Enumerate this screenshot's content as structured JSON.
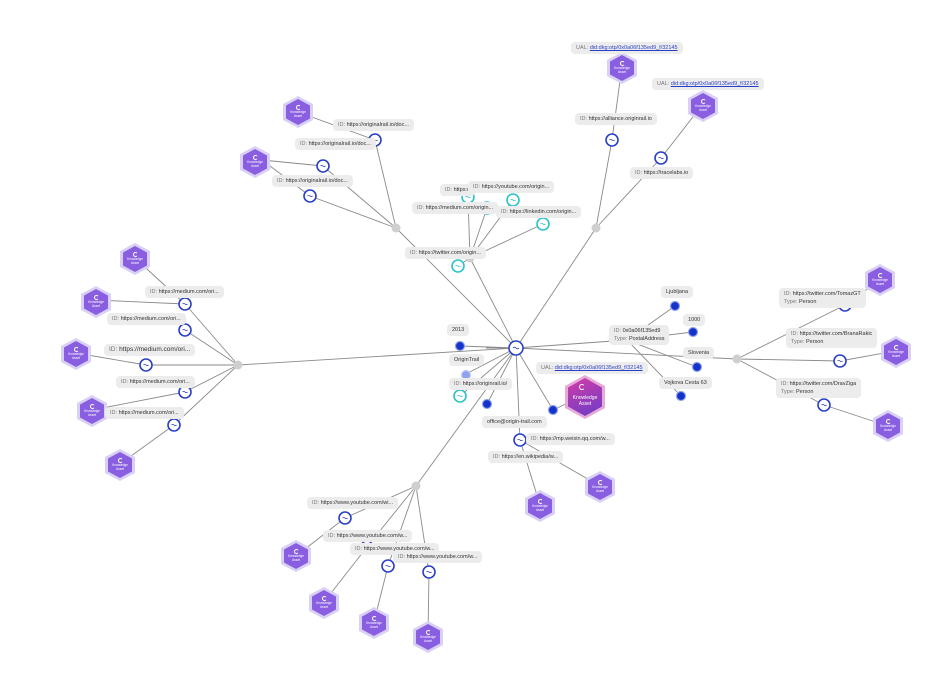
{
  "labels": {
    "l1": {
      "key": "ID:",
      "value": "https://originalrail.io/doc..."
    },
    "l2": {
      "key": "ID:",
      "value": "https://originalrail.io/doc..."
    },
    "l3": {
      "key": "ID:",
      "value": "https://originalrail.io/doc..."
    },
    "l4": {
      "key": "ID:",
      "value": "https://youtube.com/origin..."
    },
    "l5": {
      "key": "ID:",
      "value": "https://"
    },
    "l6": {
      "key": "ID:",
      "value": "https://medium.com/origin..."
    },
    "l7": {
      "key": "ID:",
      "value": "https://linkedin.com/origin..."
    },
    "l8": {
      "key": "ID:",
      "value": "https://twitter.com/origin..."
    },
    "l9": {
      "key": "ID:",
      "value": "https://alliance.originrail.io"
    },
    "l10": {
      "key": "ID:",
      "value": "https://tracelabs.io"
    },
    "l11": {
      "key": "ID:",
      "value": "https://medium.com/ori..."
    },
    "l12": {
      "key": "ID:",
      "value": "https://medium.com/ori..."
    },
    "l13": {
      "key": "ID:",
      "value": "https://medium.com/ori..."
    },
    "l14": {
      "key": "ID:",
      "value": "https://medium.com/ori..."
    },
    "l15": {
      "key": "ID:",
      "value": "https://medium.com/ori..."
    },
    "l16": {
      "key": "ID:",
      "value": "https://originrail.io/"
    },
    "l17": {
      "key": "ID:",
      "value": "https://mp.weixin.qq.com/w..."
    },
    "l18": {
      "key": "ID:",
      "value": "https://en.wikipedia/w..."
    },
    "l19": {
      "key": "ID:",
      "value": "https://www.youtube.com/wi..."
    },
    "l20": {
      "key": "ID:",
      "value": "https://www.youtube.com/w..."
    },
    "l21": {
      "key": "ID:",
      "value": "https://www.youtube.com/w..."
    },
    "l22": {
      "key": "ID:",
      "value": "https://www.youtube.com/w..."
    },
    "l23": {
      "key": "ID:",
      "value": "https://twitter.com/TomazGT",
      "type_key": "Type:",
      "type_value": "Person"
    },
    "l24": {
      "key": "ID:",
      "value": "https://twitter.com/BranaRakic",
      "type_key": "Type:",
      "type_value": "Person"
    },
    "l25": {
      "key": "ID:",
      "value": "https://twitter.com/DravZiga",
      "type_key": "Type:",
      "type_value": "Person"
    },
    "l26": {
      "key": "ID:",
      "value": "0x0a06f135ed9",
      "type_key": "Type:",
      "type_value": "PostalAddress"
    }
  },
  "values": {
    "year": "2013",
    "origintrail": "OriginTrail",
    "email": "office@origin-trail.com",
    "city": "Ljubljana",
    "zip": "1000",
    "country": "Slovenia",
    "street": "Vojkova Cesta 63"
  },
  "uals": {
    "u1": {
      "key": "UAL:",
      "value": "did:dkg:otp/0x0a06f135ed9_f/32145"
    },
    "u2": {
      "key": "UAL:",
      "value": "did:dkg:otp/0x0a06f135ed9_f/32145"
    },
    "u3": {
      "key": "UAL:",
      "value": "did:dkg:otp/0x0a06f135ed9_f/32145"
    }
  },
  "asset": {
    "small_caption": "Knowledge Asset",
    "central_caption": "Knowledge Asset"
  },
  "colors": {
    "edge": "#8a8a8a",
    "hub": "#cfcfcf",
    "link_node": "#2a3fc7",
    "teal_node": "#2cc3c9",
    "value_node": "#1532c9",
    "asset": "#8a5ee0"
  }
}
